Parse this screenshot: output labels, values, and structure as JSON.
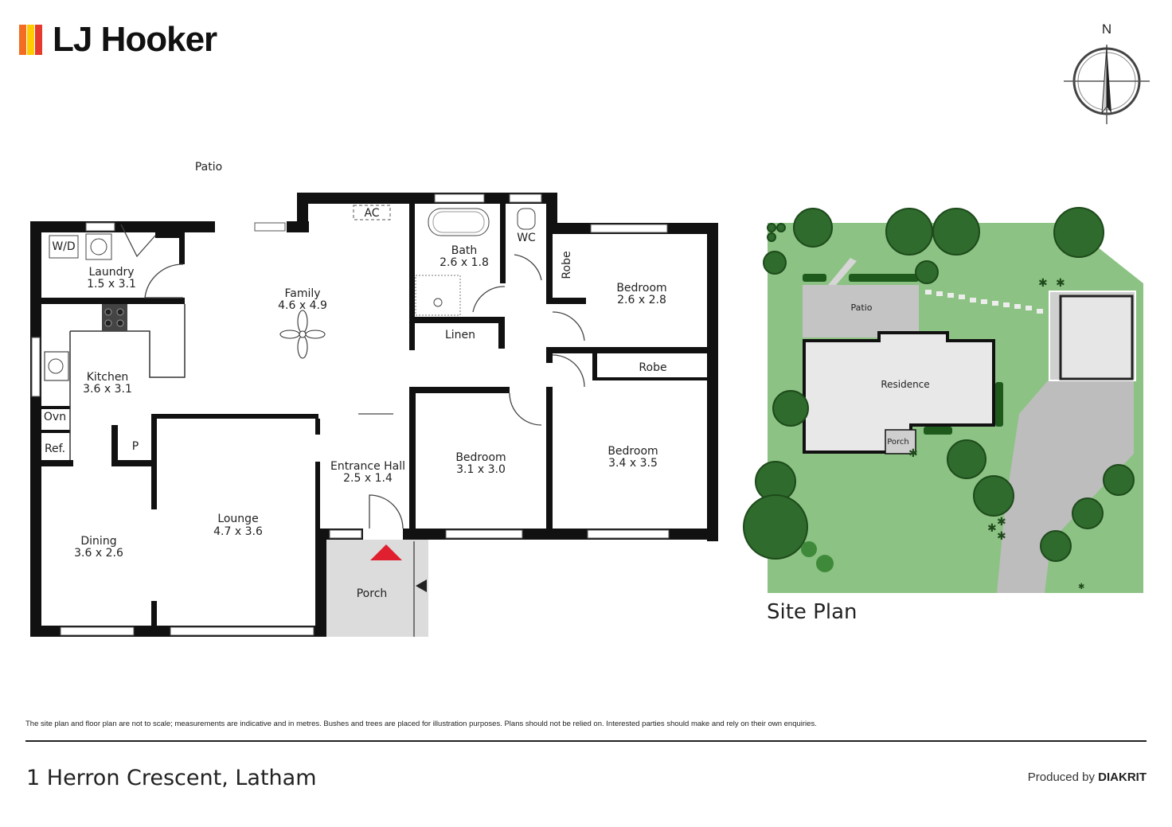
{
  "brand": {
    "name": "LJ Hooker",
    "colors": [
      "#f26d21",
      "#ffcc00",
      "#e63a2e"
    ]
  },
  "compass": {
    "label": "N"
  },
  "floor_plan": {
    "outside_labels": {
      "patio": "Patio"
    },
    "rooms": [
      {
        "name": "Laundry",
        "dims": "1.5 x 3.1"
      },
      {
        "name": "Family",
        "dims": "4.6 x 4.9"
      },
      {
        "name": "Bath",
        "dims": "2.6 x 1.8"
      },
      {
        "name": "Bedroom",
        "dims": "2.6 x 2.8"
      },
      {
        "name": "Kitchen",
        "dims": "3.6 x 3.1"
      },
      {
        "name": "Entrance Hall",
        "dims": "2.5 x 1.4"
      },
      {
        "name": "Bedroom",
        "dims": "3.1 x 3.0"
      },
      {
        "name": "Bedroom",
        "dims": "3.4 x 3.5"
      },
      {
        "name": "Lounge",
        "dims": "4.7 x 3.6"
      },
      {
        "name": "Dining",
        "dims": "3.6 x 2.6"
      }
    ],
    "fixtures": {
      "wd": "W/D",
      "ac": "AC",
      "wc": "WC",
      "robe_vertical": "Robe",
      "robe": "Robe",
      "linen": "Linen",
      "oven": "Ovn",
      "fridge": "Ref.",
      "pantry": "P",
      "porch": "Porch"
    },
    "colors": {
      "wall": "#111111",
      "porch_fill": "#dcdcdc",
      "entry_marker": "#e0202e"
    }
  },
  "site_plan": {
    "title": "Site Plan",
    "labels": {
      "patio": "Patio",
      "residence": "Residence",
      "porch": "Porch"
    },
    "colors": {
      "lawn": "#8cc283",
      "tree": "#2f6b2c",
      "tree_dark": "#1d4a1b",
      "paving": "#bdbdbd",
      "residence_fill": "#e8e8e8"
    }
  },
  "footer": {
    "disclaimer": "The site plan and floor plan are not to scale; measurements are indicative and in metres. Bushes and trees are placed for illustration purposes. Plans should not be relied on. Interested parties should make and rely on their own enquiries.",
    "address": "1 Herron Crescent, Latham",
    "produced_by_prefix": "Produced by",
    "produced_by_brand": "DIAKRIT"
  }
}
